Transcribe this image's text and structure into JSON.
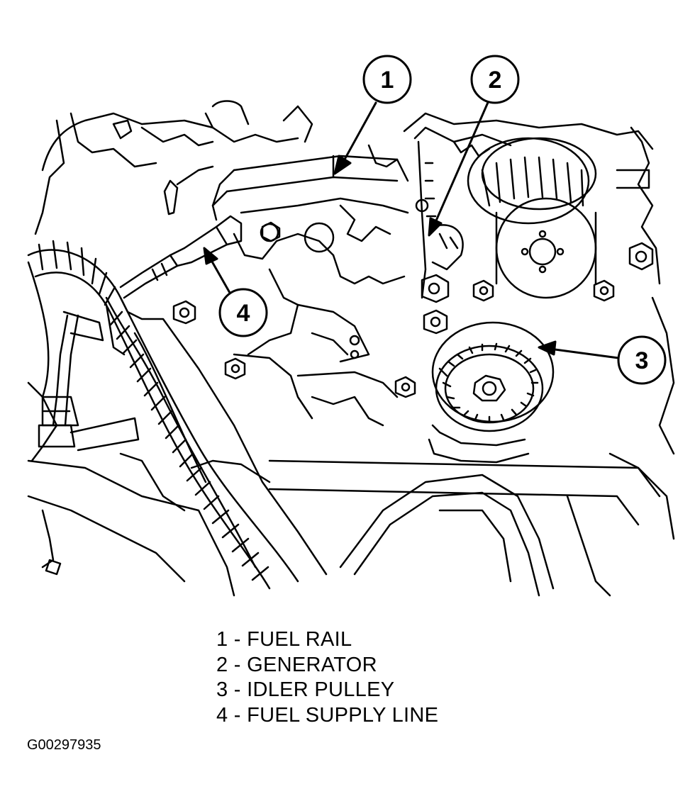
{
  "callouts": [
    {
      "number": "1",
      "part": "fuel-rail"
    },
    {
      "number": "2",
      "part": "generator"
    },
    {
      "number": "3",
      "part": "idler-pulley"
    },
    {
      "number": "4",
      "part": "fuel-supply-line"
    }
  ],
  "legend": [
    "1 - FUEL RAIL",
    "2 - GENERATOR",
    "3 - IDLER PULLEY",
    "4 - FUEL SUPPLY LINE"
  ],
  "figure_id": "G00297935",
  "colors": {
    "ink": "#000000",
    "paper": "#ffffff"
  }
}
